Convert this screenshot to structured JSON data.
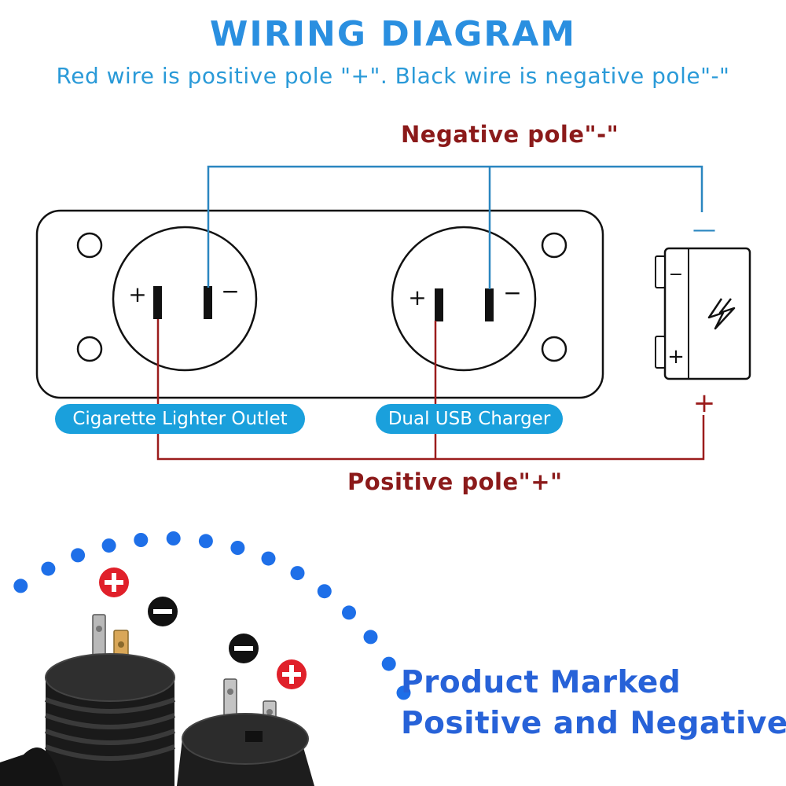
{
  "header": {
    "title": "WIRING DIAGRAM",
    "subtitle": "Red wire is positive pole \"+\". Black wire is negative pole\"-\""
  },
  "diagram": {
    "negative_label": "Negative pole\"-\"",
    "positive_label": "Positive pole\"+\"",
    "outlets": [
      {
        "name": "Cigarette Lighter Outlet",
        "plus": "+",
        "minus": "−"
      },
      {
        "name": "Dual USB Charger",
        "plus": "+",
        "minus": "−"
      }
    ],
    "battery": {
      "minus_terminal": "−",
      "plus_terminal": "+",
      "minus_mark": "—",
      "plus_mark": "+",
      "icon": "lightning-icon"
    },
    "colors": {
      "negative_wire": "#2a86c0",
      "positive_wire": "#9b1c1c",
      "pill": "#1aa0dc"
    }
  },
  "product": {
    "line1": "Product Marked",
    "line2": "Positive and Negative",
    "dot_color": "#1e6fe8",
    "badge_plus_color": "#e0202a",
    "badge_minus_color": "#111111"
  }
}
